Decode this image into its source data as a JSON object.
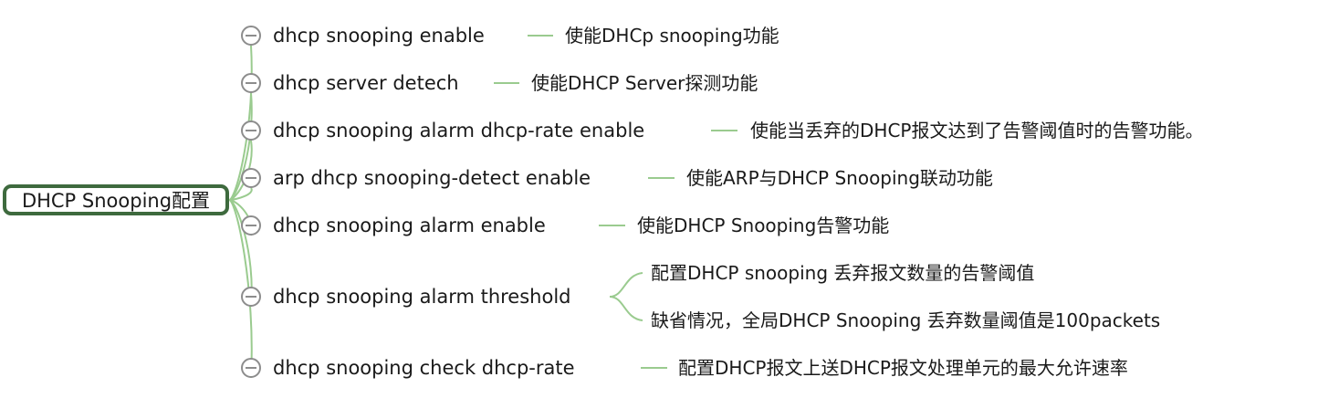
{
  "root": {
    "label": "DHCP Snooping配置"
  },
  "branches": [
    {
      "command": "dhcp snooping enable",
      "descriptions": [
        "使能DHCp snooping功能"
      ]
    },
    {
      "command": "dhcp server detech",
      "descriptions": [
        "使能DHCP Server探测功能"
      ]
    },
    {
      "command": "dhcp snooping alarm dhcp-rate enable",
      "descriptions": [
        "使能当丢弃的DHCP报文达到了告警阈值时的告警功能。"
      ]
    },
    {
      "command": "arp dhcp snooping-detect enable",
      "descriptions": [
        "使能ARP与DHCP Snooping联动功能"
      ]
    },
    {
      "command": "dhcp snooping alarm enable",
      "descriptions": [
        "使能DHCP Snooping告警功能"
      ]
    },
    {
      "command": "dhcp snooping alarm threshold",
      "descriptions": [
        "配置DHCP snooping 丢弃报文数量的告警阈值",
        "缺省情况，全局DHCP Snooping 丢弃数量阈值是100packets"
      ]
    },
    {
      "command": "dhcp snooping  check dhcp-rate",
      "descriptions": [
        "配置DHCP报文上送DHCP报文处理单元的最大允许速率"
      ]
    }
  ],
  "colors": {
    "connector": "#9acb8f",
    "root_border": "#3e6a3e",
    "collapse_icon": "#8d8d8d",
    "text": "#1a1a1a"
  },
  "icons": {
    "collapse": "minus-circle-icon"
  }
}
